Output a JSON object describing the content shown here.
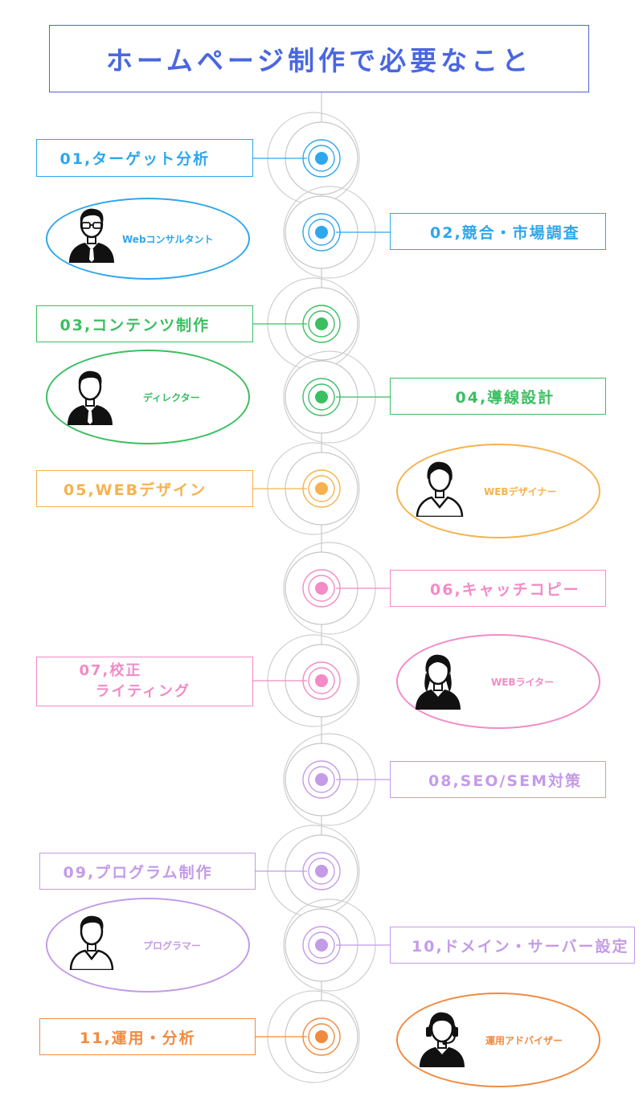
{
  "title": "ホームページ制作で必要なこと",
  "colors": {
    "title": "#4a67e0",
    "blue": "#2ea7ec",
    "green": "#3bbf60",
    "orange": "#f6b24e",
    "pink": "#f28bc6",
    "purple": "#c49be8",
    "coral": "#f18a3f",
    "line": "#bdbdbd"
  },
  "steps": [
    {
      "label": "01,ターゲット分析",
      "color": "blue"
    },
    {
      "label": "02,競合・市場調査",
      "color": "blue"
    },
    {
      "label": "03,コンテンツ制作",
      "color": "green"
    },
    {
      "label": "04,導線設計",
      "color": "green"
    },
    {
      "label": "05,WEBデザイン",
      "color": "orange"
    },
    {
      "label": "06,キャッチコピー",
      "color": "pink"
    },
    {
      "label": "07,校正\n　ライティング",
      "color": "pink"
    },
    {
      "label": "08,SEO/SEM対策",
      "color": "purple"
    },
    {
      "label": "09,プログラム制作",
      "color": "purple"
    },
    {
      "label": "10,ドメイン・サーバー設定",
      "color": "purple"
    },
    {
      "label": "11,運用・分析",
      "color": "coral"
    }
  ],
  "roles": [
    {
      "label": "Webコンサルタント",
      "color": "blue",
      "icon": "consultant-icon"
    },
    {
      "label": "ディレクター",
      "color": "green",
      "icon": "director-icon"
    },
    {
      "label": "WEBデザイナー",
      "color": "orange",
      "icon": "designer-icon"
    },
    {
      "label": "WEBライター",
      "color": "pink",
      "icon": "writer-icon"
    },
    {
      "label": "プログラマー",
      "color": "purple",
      "icon": "programmer-icon"
    },
    {
      "label": "運用アドバイザー",
      "color": "coral",
      "icon": "advisor-icon"
    }
  ]
}
